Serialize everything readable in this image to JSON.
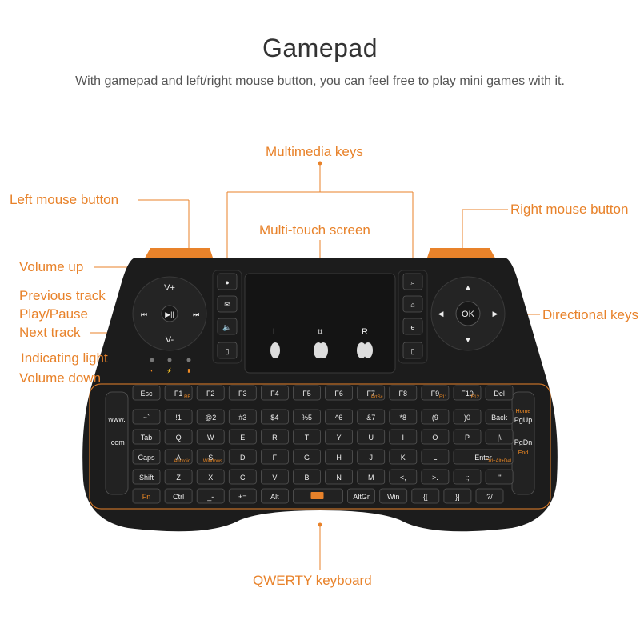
{
  "header": {
    "title": "Gamepad",
    "subtitle": "With gamepad and left/right mouse button, you can feel free to play mini games with it."
  },
  "callouts": {
    "multimedia": "Multimedia keys",
    "left_mouse": "Left mouse button",
    "right_mouse": "Right mouse button",
    "touch": "Multi-touch screen",
    "vol_up": "Volume up",
    "prev": "Previous track",
    "play": "Play/Pause",
    "next": "Next track",
    "indicator": "Indicating light",
    "vol_down": "Volume down",
    "directional": "Directional keys",
    "qwerty": "QWERTY keyboard"
  },
  "gamepad": {
    "vplus": "V+",
    "vminus": "V-",
    "ok": "OK",
    "touch_l": "L",
    "touch_r": "R"
  },
  "colors": {
    "accent": "#e8822a",
    "body": "#1c1c1c",
    "key": "#222222"
  },
  "keyboard": {
    "fn_row": [
      "Esc",
      "F1",
      "F2",
      "F3",
      "F4",
      "F5",
      "F6",
      "F7",
      "F8",
      "F9",
      "F10",
      "Del"
    ],
    "fn_sub": {
      "F1": "RF",
      "F7": "PrtSc",
      "F9": "F11",
      "F10": "F12"
    },
    "num_row": [
      "~`",
      "!1",
      "@2",
      "#3",
      "$4",
      "%5",
      "^6",
      "&7",
      "*8",
      "(9",
      ")0",
      "Back"
    ],
    "q_row": [
      "Tab",
      "Q",
      "W",
      "E",
      "R",
      "T",
      "Y",
      "U",
      "I",
      "O",
      "P",
      "|\\"
    ],
    "a_row": [
      "Caps",
      "A",
      "S",
      "D",
      "F",
      "G",
      "H",
      "J",
      "K",
      "L",
      "Enter"
    ],
    "a_sub": {
      "A": "Android",
      "S": "Windows",
      "Enter": "Ctrl+Alt+Del"
    },
    "z_row": [
      "Shift",
      "Z",
      "X",
      "C",
      "V",
      "B",
      "N",
      "M",
      "<,",
      ">.",
      ":;",
      "\"'"
    ],
    "b_row": [
      "Fn",
      "Ctrl",
      "_-",
      "+=",
      "Alt",
      "",
      "AltGr",
      "Win",
      "{[",
      "}]",
      "?/"
    ],
    "side_left": [
      "www.",
      ".com"
    ],
    "side_right": [
      "Home",
      "PgUp",
      "PgDn",
      "End"
    ]
  }
}
